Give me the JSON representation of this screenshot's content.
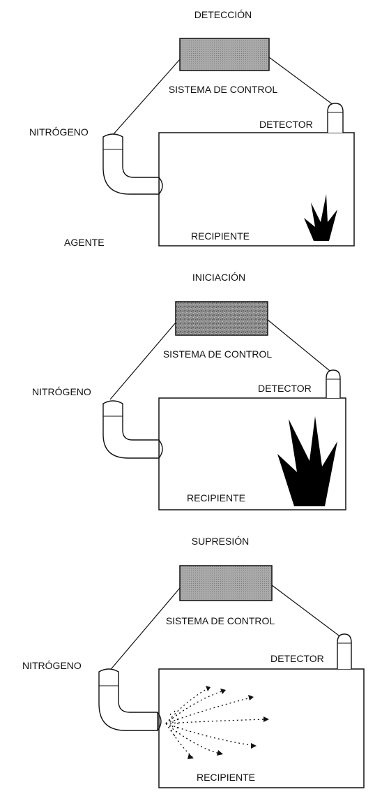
{
  "colors": {
    "ink": "#111111",
    "paper": "#ffffff",
    "control_box_fill": "#9c9c9c",
    "flame": "#000000"
  },
  "panels": [
    {
      "title": "DETECCIÓN",
      "control_label": "SISTEMA DE CONTROL",
      "gas_label": "NITRÓGENO",
      "detector_label": "DETECTOR",
      "container_label": "RECIPIENTE",
      "agent_label": "AGENTE",
      "flame": "flame-small-icon"
    },
    {
      "title": "INICIACIÓN",
      "control_label": "SISTEMA DE CONTROL",
      "gas_label": "NITRÓGENO",
      "detector_label": "DETECTOR",
      "container_label": "RECIPIENTE",
      "flame": "flame-large-icon"
    },
    {
      "title": "SUPRESIÓN",
      "control_label": "SISTEMA DE CONTROL",
      "gas_label": "NITRÓGENO",
      "detector_label": "DETECTOR",
      "container_label": "RECIPIENTE",
      "flame": "spray-arrows-icon"
    }
  ]
}
